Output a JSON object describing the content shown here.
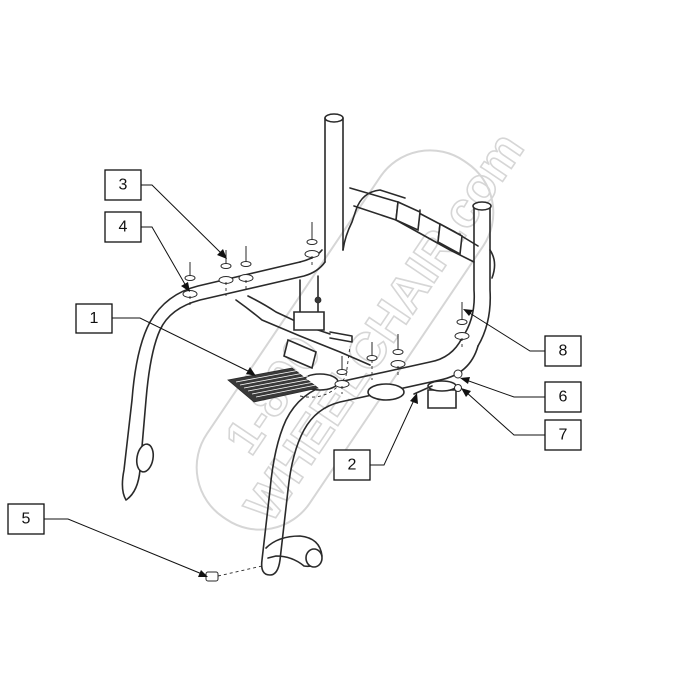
{
  "watermark": {
    "line1": "1-800",
    "line2": "WHEELCHAIR.com",
    "color": "#d6d6d6"
  },
  "callouts": [
    {
      "id": "1",
      "label": "1"
    },
    {
      "id": "2",
      "label": "2"
    },
    {
      "id": "3",
      "label": "3"
    },
    {
      "id": "4",
      "label": "4"
    },
    {
      "id": "5",
      "label": "5"
    },
    {
      "id": "6",
      "label": "6"
    },
    {
      "id": "7",
      "label": "7"
    },
    {
      "id": "8",
      "label": "8"
    }
  ],
  "colors": {
    "line": "#2a2a2a",
    "background": "#ffffff"
  }
}
